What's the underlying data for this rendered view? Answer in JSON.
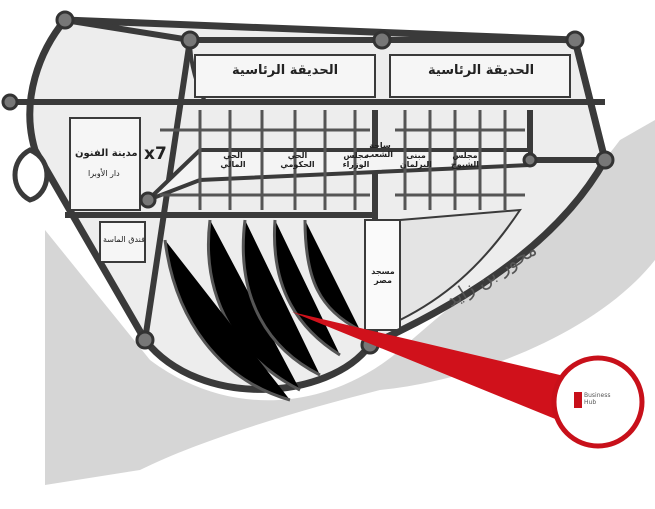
{
  "map": {
    "labels": {
      "presidential_park_left": "الحديقة الرئاسية",
      "presidential_park_right": "الحديقة الرئاسية",
      "arts_city": "مدينة الفنون",
      "opera_house": "دار الأوبرا",
      "x7": "x7",
      "financial_district": "الحي المالي",
      "government_district": "الحي الحكومي",
      "cabinet": "مجلس الوزراء",
      "people_square": "ساحة الشعب",
      "parliament": "مبنى البرلمان",
      "senate": "مجلس الشيوخ",
      "almasa_hotel": "فندق الماسة",
      "egypt_mosque": "مسجد مصر",
      "bin_zayed_axis": "محور بن زايد"
    },
    "marker": {
      "logo_text": "Business Hub",
      "color": "#d0111b"
    },
    "colors": {
      "road": "#3a3a3a",
      "block": "#ececec",
      "axis_band": "#d4d4d4"
    }
  }
}
